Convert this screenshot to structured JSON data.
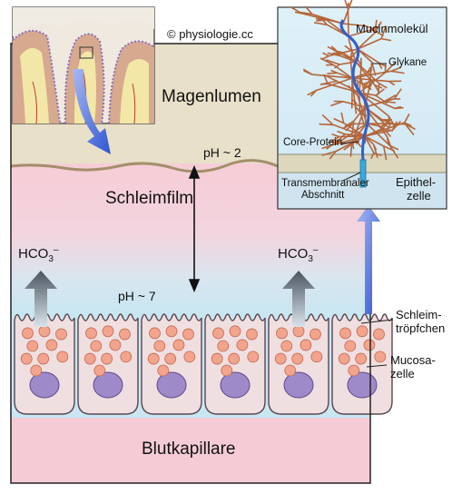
{
  "copyright": "© physiologie.cc",
  "labels": {
    "lumen": "Magenlumen",
    "mucus_film": "Schleimfilm",
    "capillary": "Blutkapillare",
    "ph_top": "pH ~ 2",
    "ph_bottom": "pH ~ 7",
    "bicarbonate_base": "HCO",
    "bicarbonate_sub": "3",
    "bicarbonate_sup": "–",
    "mucus_droplets": [
      "Schleim-",
      "tröpfchen"
    ],
    "mucosa_cell": [
      "Mucosa-",
      "zelle"
    ]
  },
  "inset": {
    "title": "Mucinmolekül",
    "glycans": "Glykane",
    "core_protein": "Core-Protein",
    "transmembrane": [
      "Transmembranaler",
      "Abschnitt"
    ],
    "epithelial_cell": [
      "Epithel-",
      "zelle"
    ]
  },
  "colors": {
    "lumen": "#e7dfc8",
    "mucus": "#f6cfd8",
    "mucus_blue": "#c9e9f2",
    "cell_fill": "#f0dfe1",
    "nucleus": "#9f8ac9",
    "droplet": "#f2a48c",
    "capillary": "#f5cdd6",
    "arrow_blue": "#3d63d6",
    "glycan": "#b4663a"
  }
}
